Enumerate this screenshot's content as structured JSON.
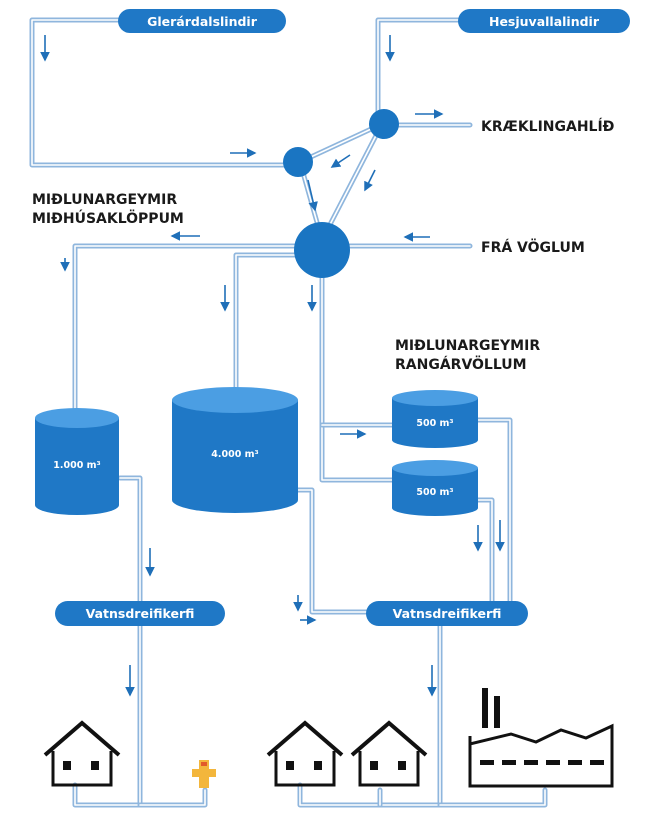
{
  "colors": {
    "pipe": "#8fb6dd",
    "node": "#1a75c2",
    "tank_body": "#1f78c6",
    "tank_top": "#4b9ee3",
    "label": "#1a1a1a",
    "hydrant": "#f3b63c"
  },
  "sources": {
    "left": "Glerárdalslindir",
    "right": "Hesjuvallalindir"
  },
  "labels": {
    "kraeklingahlid": "KRÆKLINGAHLÍÐ",
    "fra_voglum": "FRÁ VÖGLUM",
    "reservoir_left_line1": "MIÐLUNARGEYMIR",
    "reservoir_left_line2": "MIÐHÚSAKLÖPPUM",
    "reservoir_right_line1": "MIÐLUNARGEYMIR",
    "reservoir_right_line2": "RANGÁRVÖLLUM"
  },
  "tanks": {
    "small_left": "1.000 m³",
    "large": "4.000 m³",
    "rang_top": "500 m³",
    "rang_bottom": "500 m³"
  },
  "distribution": {
    "left": "Vatnsdreifikerfi",
    "right": "Vatnsdreifikerfi"
  },
  "icons": [
    "house-icon",
    "hydrant-icon",
    "factory-icon"
  ]
}
